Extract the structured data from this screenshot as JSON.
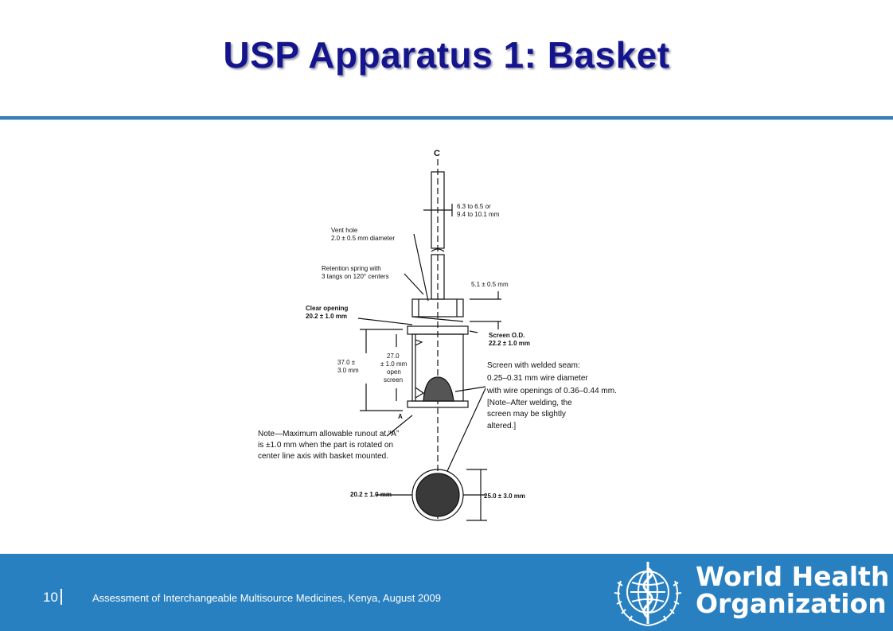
{
  "slide": {
    "title": "USP Apparatus 1: Basket"
  },
  "figure": {
    "centerline_mark": "C",
    "labels": {
      "shaft_dia_1": "6.3 to 6.5 or",
      "shaft_dia_2": "9.4 to 10.1 mm",
      "vent_1": "Vent hole",
      "vent_2": "2.0 ± 0.5 mm diameter",
      "spring_1": "Retention spring with",
      "spring_2": "3 tangs on 120° centers",
      "clear_1": "Clear opening",
      "clear_2": "20.2 ± 1.0  mm",
      "dim_51": "5.1 ± 0.5 mm",
      "screen_od_1": "Screen O.D.",
      "screen_od_2": "22.2 ± 1.0 mm",
      "height_1": "37.0 ±",
      "height_2": "3.0 mm",
      "open_1": "27.0",
      "open_2": "± 1.0 mm",
      "open_3": "open",
      "open_4": "screen",
      "point_a": "A",
      "seam_1": "Screen with welded seam:",
      "seam_2": "0.25–0.31 mm wire diameter",
      "seam_3": "with wire openings of 0.36–0.44 mm.",
      "seam_4": "[Note–After welding, the",
      "seam_5": "screen may be slightly",
      "seam_6": "altered.]",
      "note_1": "Note—Maximum allowable runout at “A”",
      "note_2": "is  ±1.0 mm  when the part is rotated on",
      "note_3": "center line axis with basket mounted.",
      "bottom_left": "20.2 ± 1.0 mm",
      "bottom_right": "25.0 ± 3.0 mm"
    }
  },
  "footer": {
    "page_number": "10",
    "text": "Assessment of Interchangeable Multisource Medicines,  Kenya, August  2009",
    "org_line1": "World Health",
    "org_line2": "Organization",
    "background_color": "#2980c0"
  }
}
